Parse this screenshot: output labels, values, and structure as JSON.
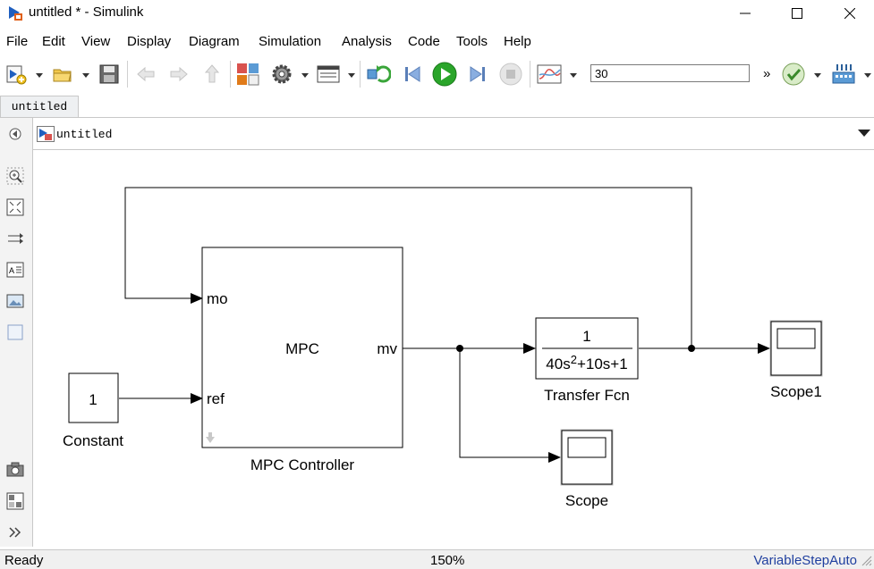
{
  "window": {
    "title": "untitled * - Simulink",
    "controls": {
      "minimize": "minimize",
      "maximize": "maximize",
      "close": "close"
    }
  },
  "menu": {
    "items": [
      "File",
      "Edit",
      "View",
      "Display",
      "Diagram",
      "Simulation",
      "Analysis",
      "Code",
      "Tools",
      "Help"
    ]
  },
  "toolbar": {
    "stop_time": "30",
    "overflow": "»"
  },
  "tabs": [
    {
      "label": "untitled"
    }
  ],
  "breadcrumb": {
    "label": "untitled"
  },
  "diagram": {
    "blocks": {
      "constant": {
        "value": "1",
        "label": "Constant"
      },
      "mpc": {
        "title": "MPC",
        "label": "MPC Controller",
        "port_mo": "mo",
        "port_ref": "ref",
        "port_mv": "mv"
      },
      "transfer_fcn": {
        "numerator": "1",
        "den_a": "40s",
        "den_exp": "2",
        "den_b": "+10s+1",
        "label": "Transfer Fcn"
      },
      "scope": {
        "label": "Scope"
      },
      "scope1": {
        "label": "Scope1"
      }
    }
  },
  "status": {
    "state": "Ready",
    "zoom": "150%",
    "solver": "VariableStepAuto"
  },
  "colors": {
    "solver_text": "#1f3f9f",
    "run_green": "#2aa52a",
    "line": "#000000"
  }
}
